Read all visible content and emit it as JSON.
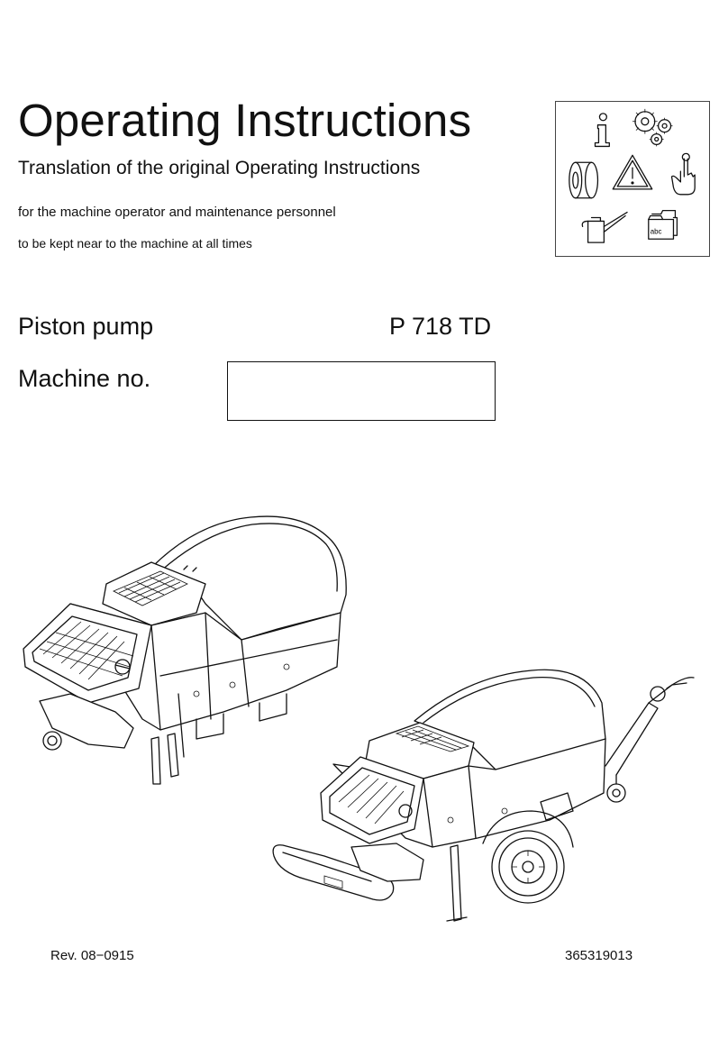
{
  "header": {
    "title": "Operating Instructions",
    "subtitle": "Translation of the original Operating Instructions",
    "audience": "for the machine operator and maintenance personnel",
    "storage_note": "to be kept near to the machine at all times"
  },
  "product": {
    "type_label": "Piston pump",
    "model": "P 718 TD",
    "machine_no_label": "Machine no.",
    "machine_no_value": ""
  },
  "symbols": {
    "icons": [
      "info-icon",
      "gears-icon",
      "tire-icon",
      "warning-icon",
      "hand-pointer-icon",
      "oil-can-icon",
      "folder-icon"
    ],
    "folder_label": "abc"
  },
  "footer": {
    "revision": "Rev.  08−0915",
    "document_number": "365319013"
  }
}
